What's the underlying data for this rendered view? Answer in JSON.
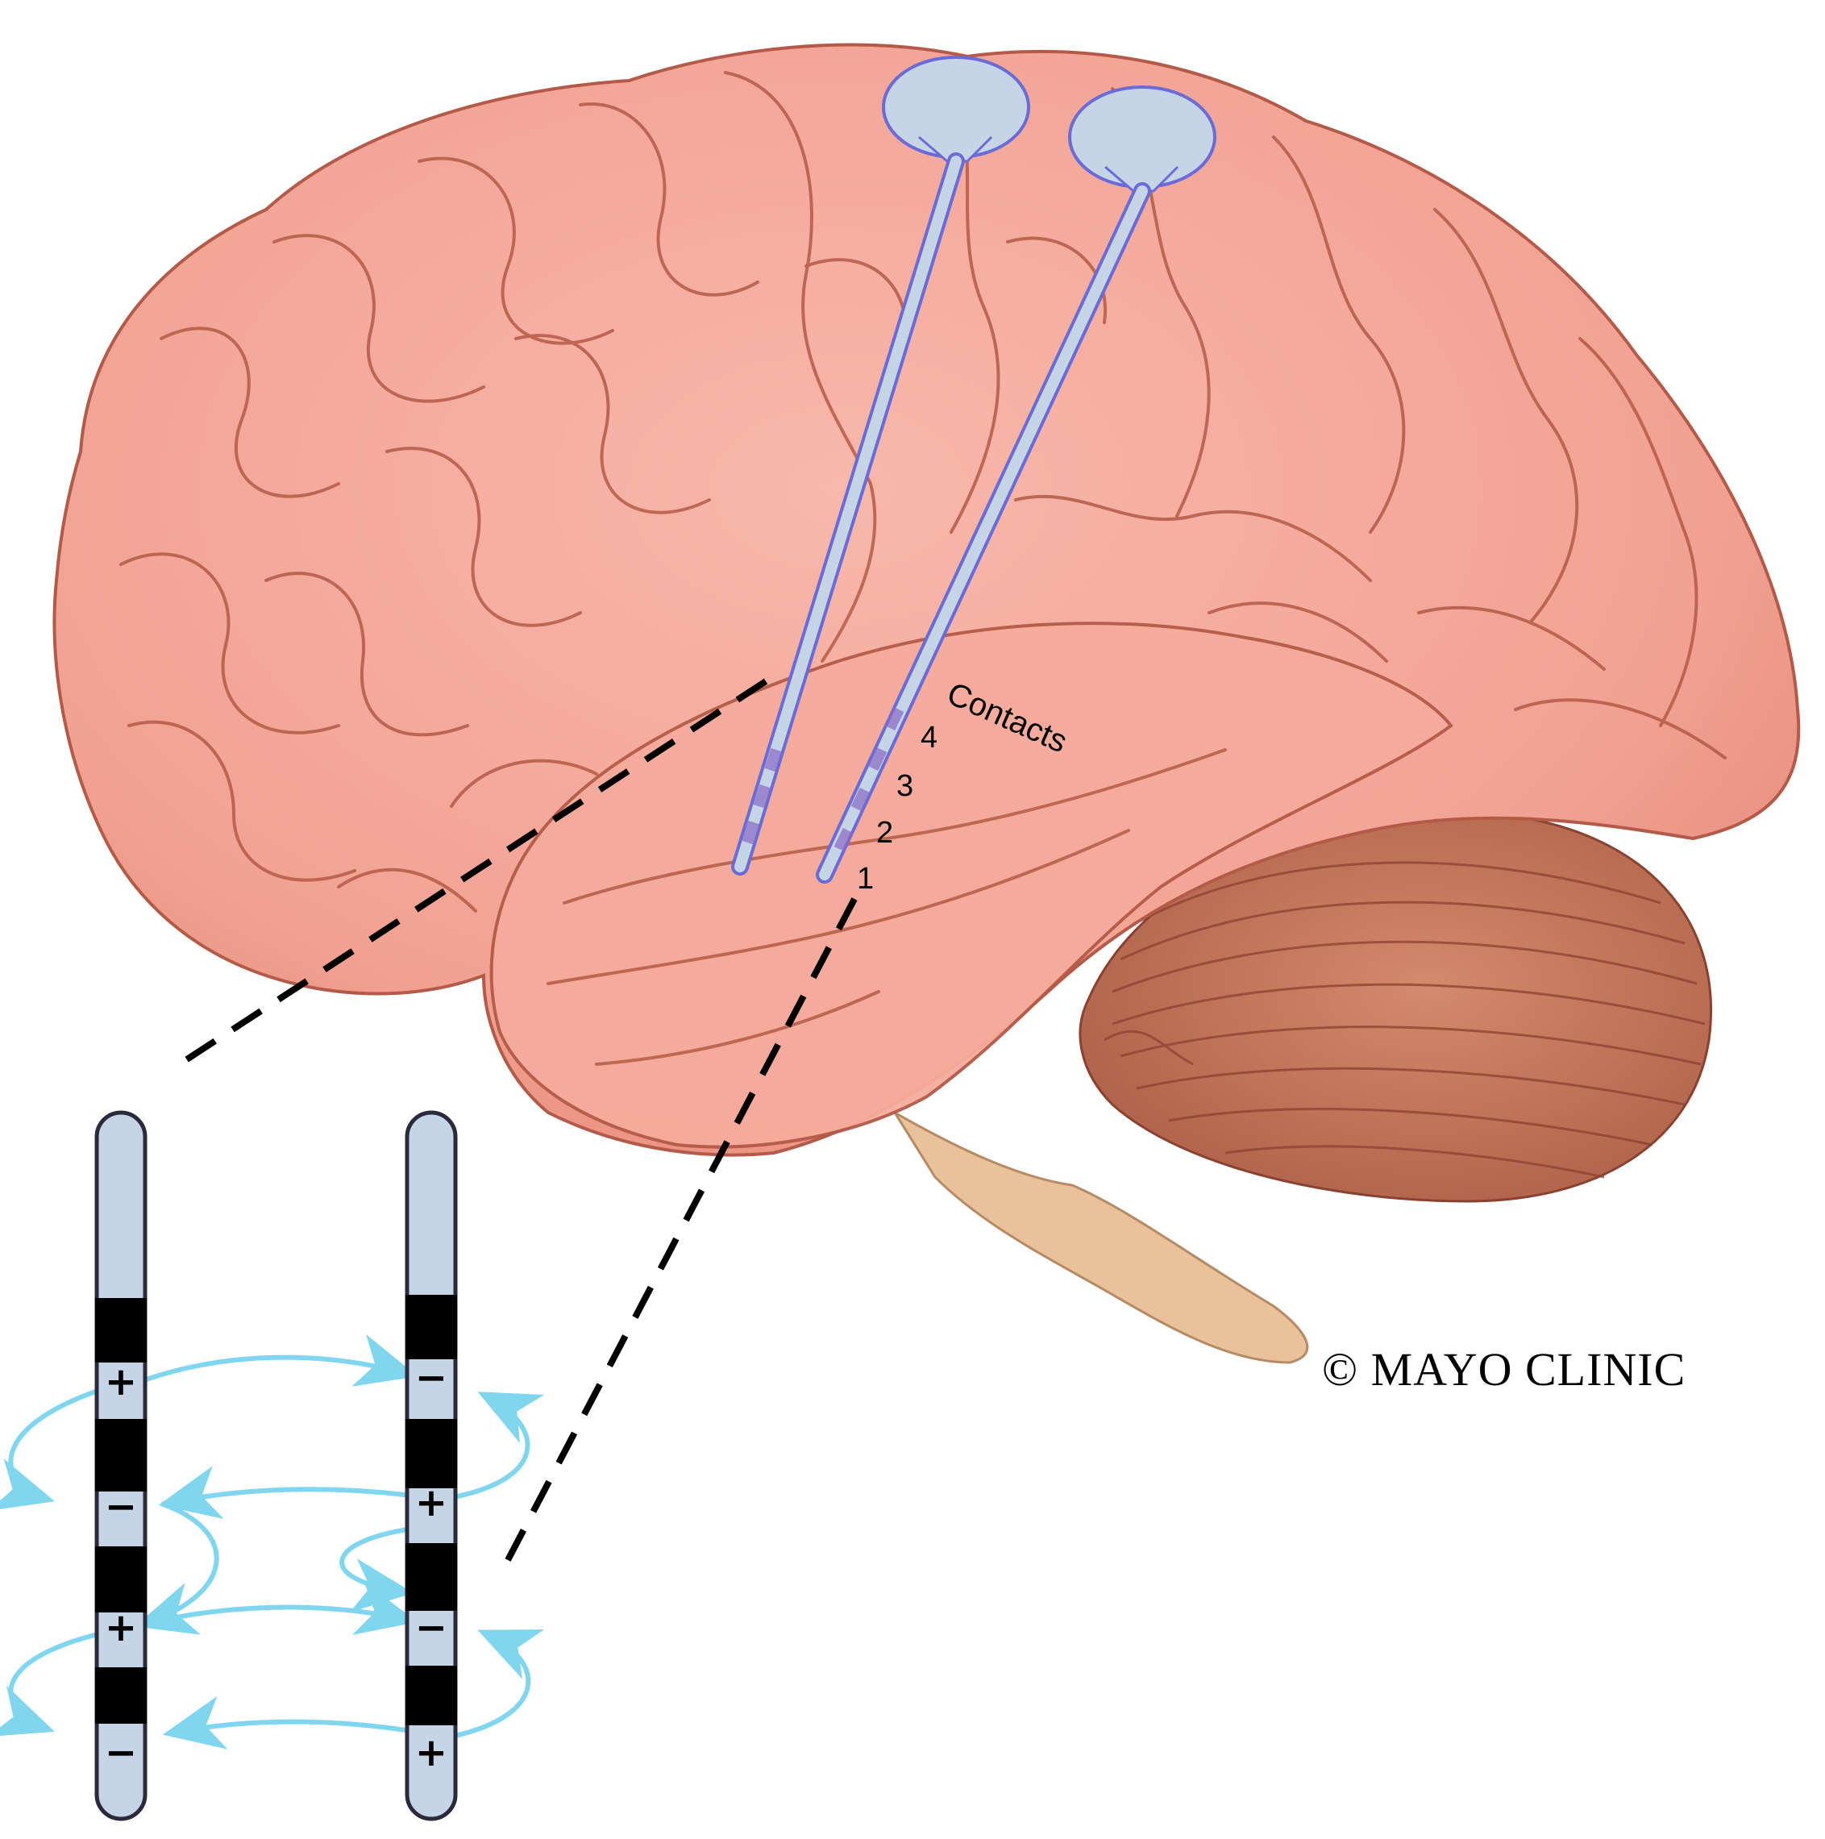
{
  "figure": {
    "contacts_label": "Contacts",
    "contact_numbers": [
      "4",
      "3",
      "2",
      "1"
    ],
    "copyright": "© MAYO CLINIC",
    "electrode_left_polarity": [
      "+",
      "−",
      "+",
      "−"
    ],
    "electrode_right_polarity": [
      "−",
      "+",
      "−",
      "+"
    ],
    "colors": {
      "brain": "#f2a293",
      "brain_outline": "#b45a48",
      "cerebellum": "#c8765a",
      "brainstem": "#e9c29a",
      "electrode": "#c6d5e6",
      "electrode_outline": "#6a6ad8",
      "field_lines": "#7fd6ee",
      "insulator_band": "#000000"
    },
    "icons": [
      "brain-illustration",
      "cerebellum-illustration",
      "dbs-lead-icon",
      "field-arrow-icon"
    ]
  }
}
